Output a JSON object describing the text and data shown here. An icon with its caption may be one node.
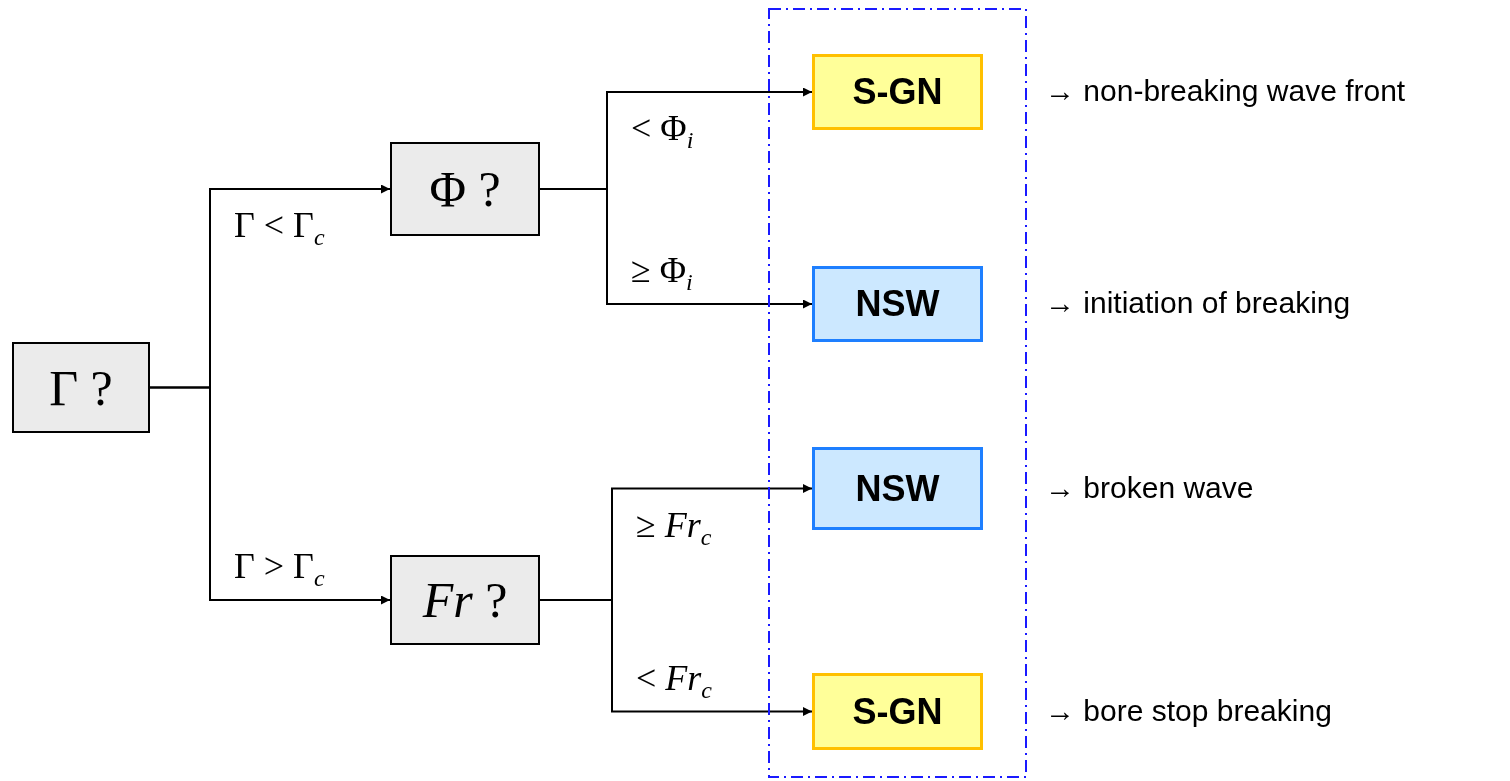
{
  "diagram": {
    "nodes": [
      {
        "text": [
          "Γ ?"
        ]
      },
      {
        "text": [
          "Φ ?"
        ]
      },
      {
        "text": [
          "*Fr* ?"
        ]
      },
      {
        "text": [],
        "shape": "box"
      },
      {
        "text": [
          "S-GN"
        ],
        "in": 3,
        "beside": [
          "→ non-breaking wave front"
        ]
      },
      {
        "text": [
          "NSW"
        ],
        "in": 3,
        "beside": [
          "→ initiation of breaking"
        ]
      },
      {
        "text": [
          "NSW"
        ],
        "in": 3,
        "beside": [
          "→ broken wave"
        ]
      },
      {
        "text": [
          "S-GN"
        ],
        "in": 3,
        "beside": [
          "→ bore stop breaking"
        ]
      }
    ],
    "edges": [
      {
        "from": 0,
        "to": 1,
        "arrow": "to",
        "label": "Γ < Γ$_{c}$"
      },
      {
        "from": 0,
        "to": 2,
        "arrow": "to",
        "label": "Γ > Γ$_{c}$"
      },
      {
        "from": 1,
        "to": 4,
        "arrow": "to",
        "label": "< Φ$_{i}$"
      },
      {
        "from": 1,
        "to": 5,
        "arrow": "to",
        "label": "≥ Φ$_{i}$"
      },
      {
        "from": 2,
        "to": 6,
        "arrow": "to",
        "label": "≥ *Fr*$_{c}$"
      },
      {
        "from": 2,
        "to": 7,
        "arrow": "to",
        "label": "< *Fr*$_{c}$"
      }
    ]
  }
}
